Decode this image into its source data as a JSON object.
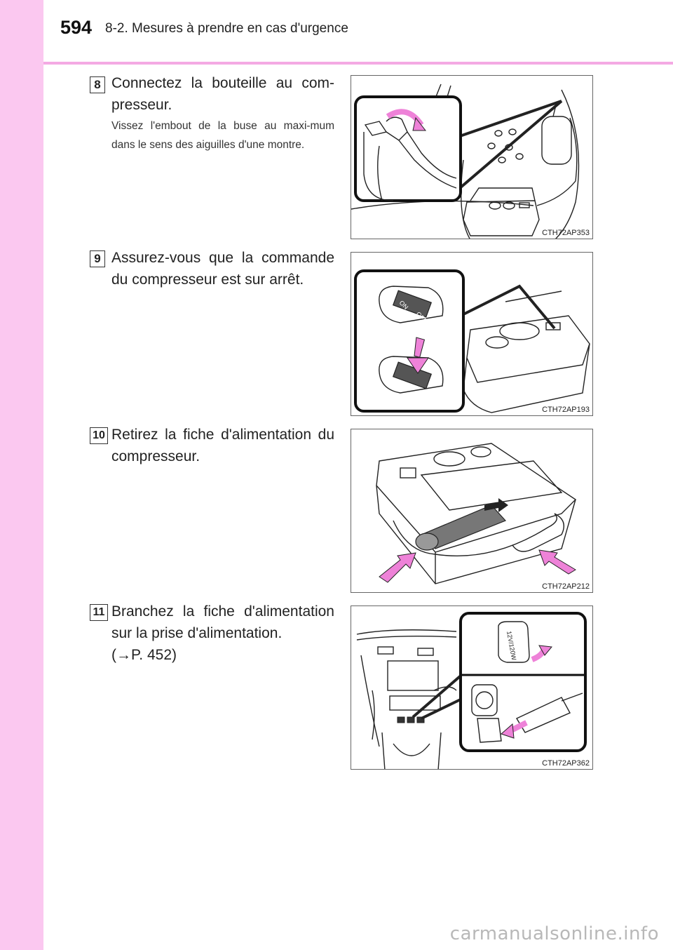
{
  "header": {
    "page_number": "594",
    "section_title": "8-2. Mesures à prendre en cas d'urgence"
  },
  "steps": [
    {
      "number": "8",
      "main": "Connectez la bouteille au com-presseur.",
      "sub": "Vissez l'embout de la buse au maxi-mum dans le sens des aiguilles d'une montre.",
      "figure_code": "CTH72AP353"
    },
    {
      "number": "9",
      "main": "Assurez-vous que la commande du compresseur est sur arrêt.",
      "figure_code": "CTH72AP193",
      "labels": {
        "on": "ON",
        "off": "OFF"
      }
    },
    {
      "number": "10",
      "main": "Retirez la fiche d'alimentation du compresseur.",
      "figure_code": "CTH72AP212"
    },
    {
      "number": "11",
      "main": "Branchez la fiche d'alimentation sur la prise d'alimentation.",
      "ref": "(→P. 452)",
      "figure_code": "CTH72AP362",
      "labels": {
        "socket": "12V/120W"
      }
    }
  ],
  "watermark": "carmanualsonline.info",
  "colors": {
    "side_band": "#fbc8f0",
    "header_rule": "#f4a9e3",
    "arrow_pink": "#ee82d8"
  }
}
